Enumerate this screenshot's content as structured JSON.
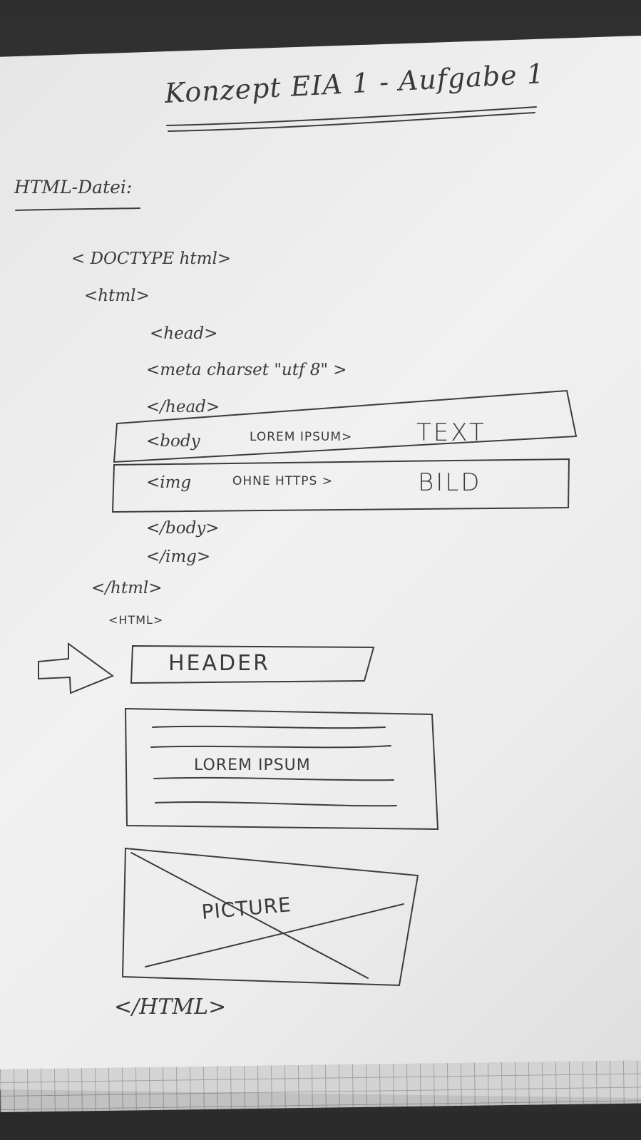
{
  "title": "Konzept EIA 1 - Aufgabe 1",
  "section_label": "HTML-Datei:",
  "code_lines": {
    "doctype": "< DOCTYPE html>",
    "html_open": "<html>",
    "head_open": "<head>",
    "meta": "<meta charset \"utf 8\" >",
    "head_close": "</head>",
    "body_open": "<body",
    "body_content": "LOREM IPSUM>",
    "img_open": "<img",
    "img_attr": "OHNE HTTPS >",
    "body_close": "</body>",
    "img_close": "</img>",
    "html_close": "</html>"
  },
  "annotations": {
    "text": "TEXT",
    "bild": "BILD"
  },
  "mockup": {
    "open_tag": "<HTML>",
    "header": "HEADER",
    "text_block": "LOREM IPSUM",
    "picture": "PICTURE",
    "close_tag": "</HTML>"
  }
}
